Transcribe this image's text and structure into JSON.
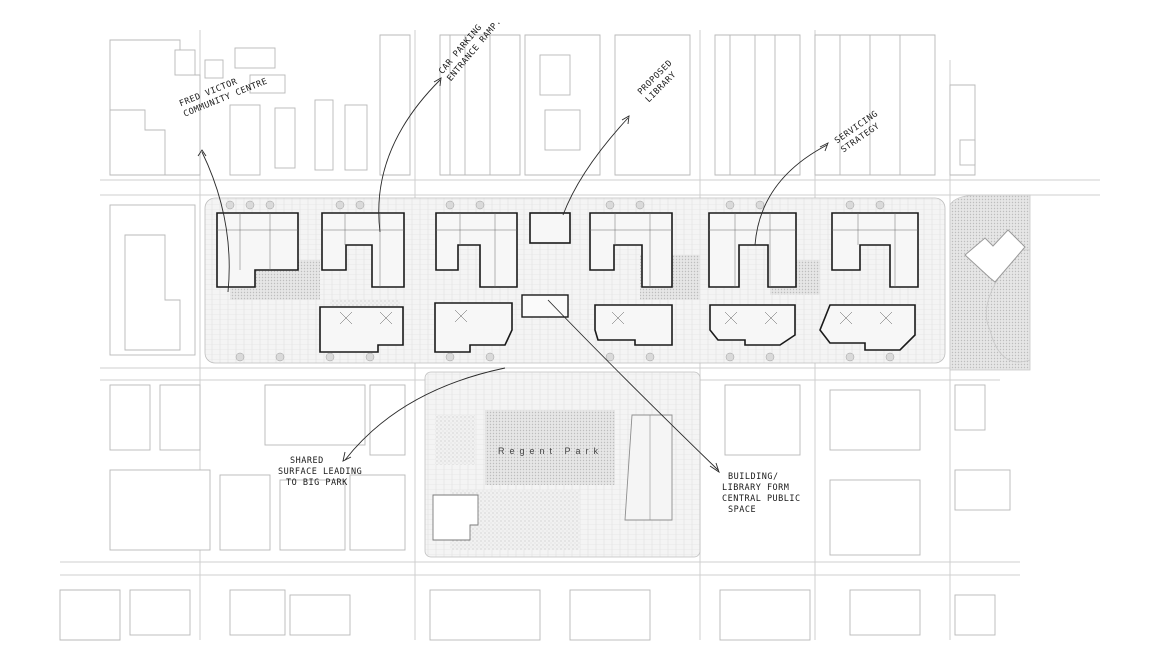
{
  "map": {
    "type": "architectural site plan",
    "park_label": "Regent Park",
    "colors": {
      "background": "#ffffff",
      "context_lines": "#b8b8b8",
      "building_outline": "#1a1a1a",
      "landscape_fill": "#e4e4e4",
      "tree_fill": "#cfcfcf",
      "annotation_ink": "#1a1a1a"
    },
    "annotations": [
      {
        "id": "fred-victor",
        "line1": "Fred Victor",
        "line2": "Community Centre"
      },
      {
        "id": "car-parking",
        "line1": "Car Parking",
        "line2": "Entrance Ramp."
      },
      {
        "id": "proposed-library",
        "line1": "Proposed",
        "line2": "Library"
      },
      {
        "id": "servicing",
        "line1": "Servicing",
        "line2": "Strategy"
      },
      {
        "id": "shared-surface",
        "line1": "Shared",
        "line2": "Surface Leading",
        "line3": "to Big Park"
      },
      {
        "id": "building-library",
        "line1": "Building/",
        "line2": "Library Form",
        "line3": "Central Public",
        "line4": "Space"
      }
    ]
  }
}
